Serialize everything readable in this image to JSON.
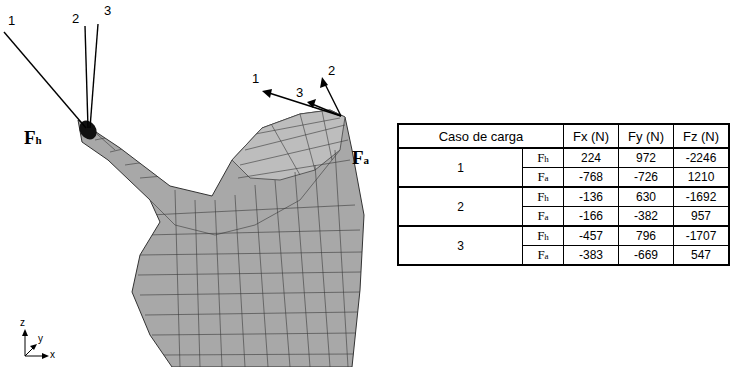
{
  "diagram": {
    "labels": [
      "1",
      "2",
      "3",
      "Fh",
      "1",
      "2",
      "3",
      "Fa",
      "Caso de carga",
      "Fx (N)",
      "Fy (N)",
      "Fz (N)",
      "1",
      "Fh",
      "224",
      "972",
      "-2246",
      "Fa",
      "-768",
      "-726",
      "1210",
      "2",
      "Fh",
      "-136",
      "630",
      "-1692",
      "Fa",
      "-166",
      "-382",
      "957",
      "3",
      "Fh",
      "-457",
      "796",
      "-1707",
      "Fa",
      "-383",
      "-669",
      "547",
      "z",
      "y",
      "x"
    ]
  }
}
